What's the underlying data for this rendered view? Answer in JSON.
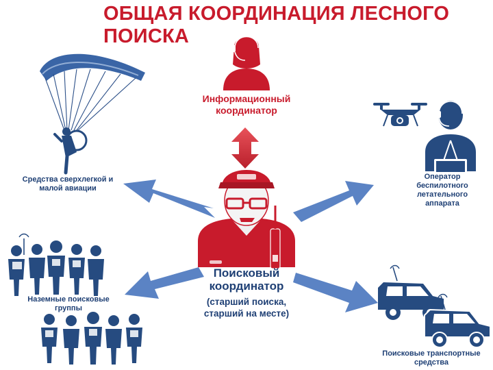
{
  "title": "ОБЩАЯ КООРДИНАЦИЯ ЛЕСНОГО ПОИСКА",
  "colors": {
    "title": "#c81b2c",
    "label_blue": "#1e3f74",
    "label_red": "#c81b2c",
    "arrow_blue": "#5b83c4",
    "arrow_red": "#d8353f",
    "figure_navy": "#264b80",
    "figure_red": "#c81b2c"
  },
  "nodes": {
    "info_coordinator": {
      "label": "Информационный координатор",
      "icon": "headset-operator-icon"
    },
    "search_coordinator": {
      "label": "Поисковый координатор",
      "sublabel": "(старший поиска, старший на месте)",
      "icon": "coordinator-with-radio-icon"
    },
    "ultralight_aviation": {
      "label": "Средства сверхлегкой и малой авиации",
      "icon": "paraglider-icon"
    },
    "drone_operator": {
      "label": "Оператор беспилотного летательного аппарата",
      "icon": "drone-operator-icon"
    },
    "ground_teams": {
      "label": "Наземные поисковые группы",
      "icon": "search-team-icon"
    },
    "vehicles": {
      "label": "Поисковые транспортные средства",
      "icon": "suv-icon"
    }
  }
}
